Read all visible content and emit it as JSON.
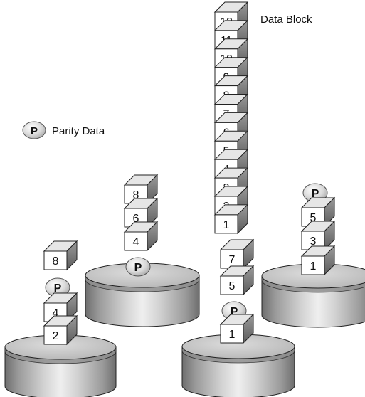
{
  "legend": {
    "data_block_label": "Data Block",
    "parity_label": "Parity Data",
    "parity_symbol": "P"
  },
  "stack": {
    "blocks": [
      "12",
      "11",
      "10",
      "9",
      "8",
      "7",
      "6",
      "5",
      "4",
      "3",
      "2",
      "1"
    ]
  },
  "disks": [
    {
      "id": "disk-1",
      "items": [
        "8",
        "P",
        "4",
        "2"
      ]
    },
    {
      "id": "disk-2",
      "items": [
        "8",
        "6",
        "4",
        "P"
      ]
    },
    {
      "id": "disk-3",
      "items": [
        "7",
        "5",
        "P",
        "1"
      ]
    },
    {
      "id": "disk-4",
      "items": [
        "P",
        "5",
        "3",
        "1"
      ]
    }
  ],
  "colors": {
    "block_face": "#ffffff",
    "block_top": "#e6e6e6",
    "block_side": "#7d7d7d",
    "disk_top": "#c8c8c8",
    "disk_side_dark": "#6e6e6e",
    "disk_side_light": "#ececec",
    "outline": "#222222"
  }
}
